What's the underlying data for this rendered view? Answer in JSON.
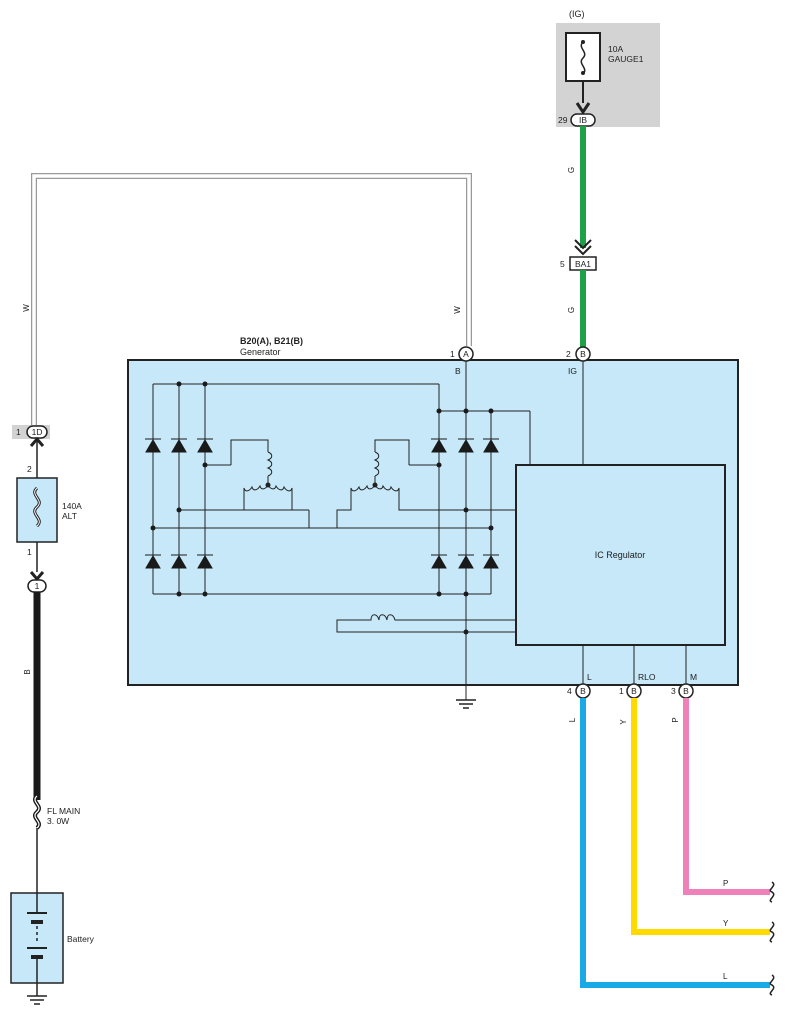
{
  "power_source": "(IG)",
  "fuse_gauge": {
    "rating": "10A",
    "name": "GAUGE1"
  },
  "conn_ib": {
    "pin": "29",
    "code": "IB"
  },
  "conn_ba1": {
    "pin": "5",
    "code": "BA1"
  },
  "conn_1d": {
    "pin": "1",
    "code": "1D"
  },
  "fuse_alt": {
    "rating": "140A",
    "name": "ALT",
    "pin_top": "2",
    "pin_bottom": "1"
  },
  "conn_1": {
    "code": "1"
  },
  "fl_main": {
    "name": "FL MAIN",
    "rating": "3. 0W"
  },
  "battery_label": "Battery",
  "generator": {
    "connectors": "B20(A), B21(B)",
    "name": "Generator",
    "regulator": "IC Regulator",
    "terminals": {
      "B": {
        "pin": "1",
        "conn": "A",
        "label": "B"
      },
      "IG": {
        "pin": "2",
        "conn": "B",
        "label": "IG"
      },
      "L": {
        "pin": "4",
        "conn": "B",
        "label": "L"
      },
      "RLO": {
        "pin": "1",
        "conn": "B",
        "label": "RLO"
      },
      "M": {
        "pin": "3",
        "conn": "B",
        "label": "M"
      }
    }
  },
  "wire_colors": {
    "W_left": "W",
    "W_right": "W",
    "G_top": "G",
    "G_mid": "G",
    "B": "B",
    "L": "L",
    "Y": "Y",
    "P": "P",
    "end_P": "P",
    "end_Y": "Y",
    "end_L": "L"
  },
  "colors": {
    "module_fill": "#c6e8f8",
    "fuse_box": "#d3d3d3",
    "green": "#1fa14a",
    "blue": "#18a9e6",
    "yellow": "#ffd900",
    "pink": "#ef80b9",
    "black": "#1a1a1a"
  }
}
